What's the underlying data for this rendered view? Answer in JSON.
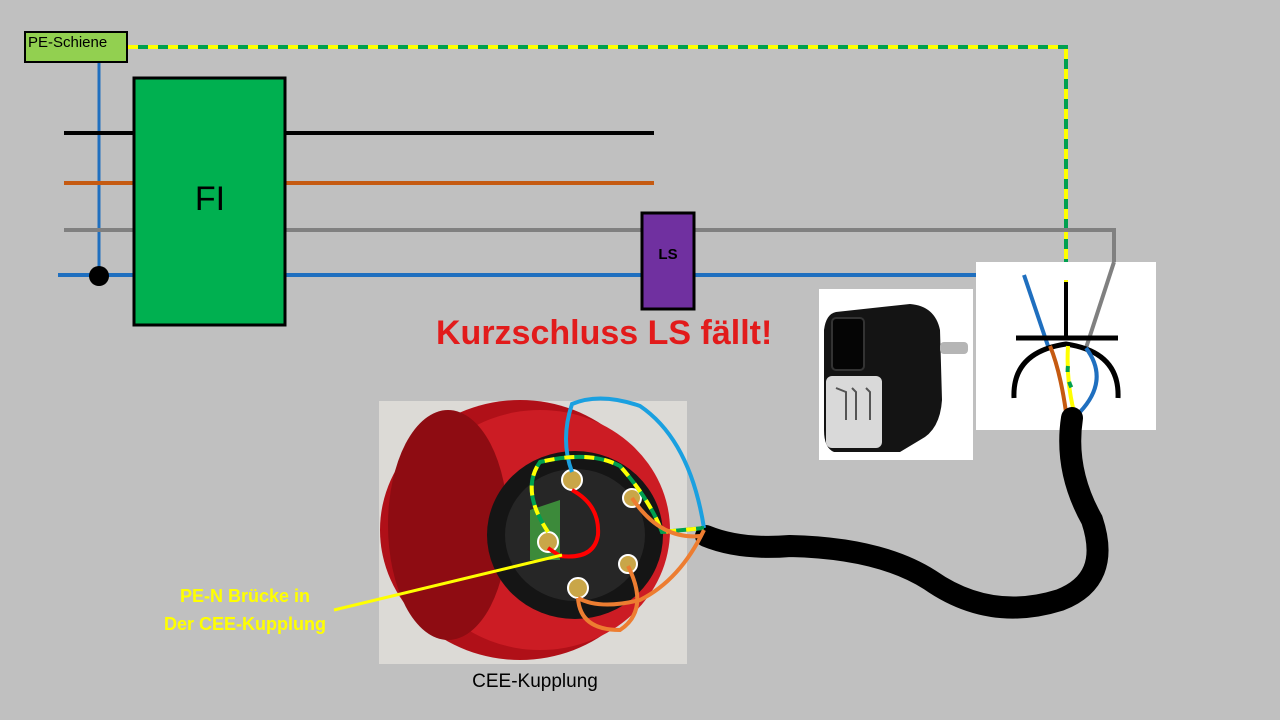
{
  "labels": {
    "pe_bar": "PE-Schiene",
    "fi": "FI",
    "ls": "LS",
    "headline": "Kurzschluss LS fällt!",
    "note_line1": "PE-N Brücke in",
    "note_line2": "Der CEE-Kupplung",
    "caption": "CEE-Kupplung"
  },
  "colors": {
    "background": "#c0c0c0",
    "fi_box": "#00b050",
    "ls_box": "#7030a0",
    "pe_bar": "#92d050",
    "wire_l1": "#000000",
    "wire_l2": "#c55a11",
    "wire_l3": "#808080",
    "wire_n": "#1f6fbf",
    "wire_pe_green": "#00a050",
    "wire_pe_yellow": "#ffff00",
    "headline": "#e21b1b",
    "note": "#ffff00",
    "coupling_red": "#c8141e"
  },
  "icons": [
    "socket-symbol",
    "plug-adapter-photo",
    "cee-coupling-photo"
  ]
}
